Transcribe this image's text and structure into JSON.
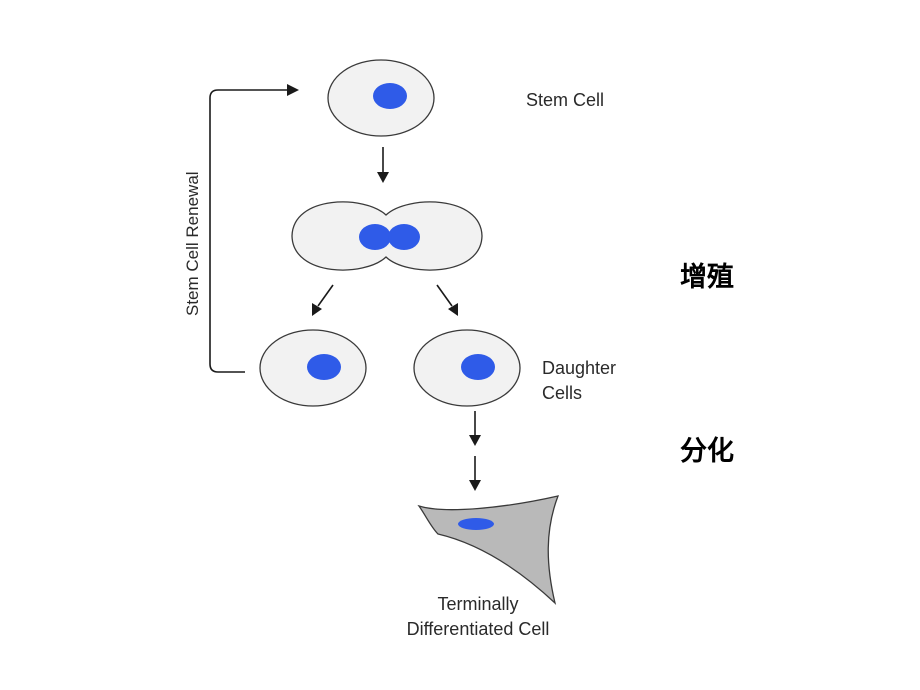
{
  "labels": {
    "stem_cell": "Stem Cell",
    "daughter_cells_line1": "Daughter",
    "daughter_cells_line2": "Cells",
    "terminal_line1": "Terminally",
    "terminal_line2": "Differentiated Cell",
    "renewal": "Stem Cell Renewal"
  },
  "annotations": {
    "proliferation": "增殖",
    "differentiation": "分化"
  },
  "colors": {
    "nucleus": "#2f5be8",
    "cell_fill": "#f2f2f2",
    "differentiated_fill": "#b9b9b9"
  }
}
